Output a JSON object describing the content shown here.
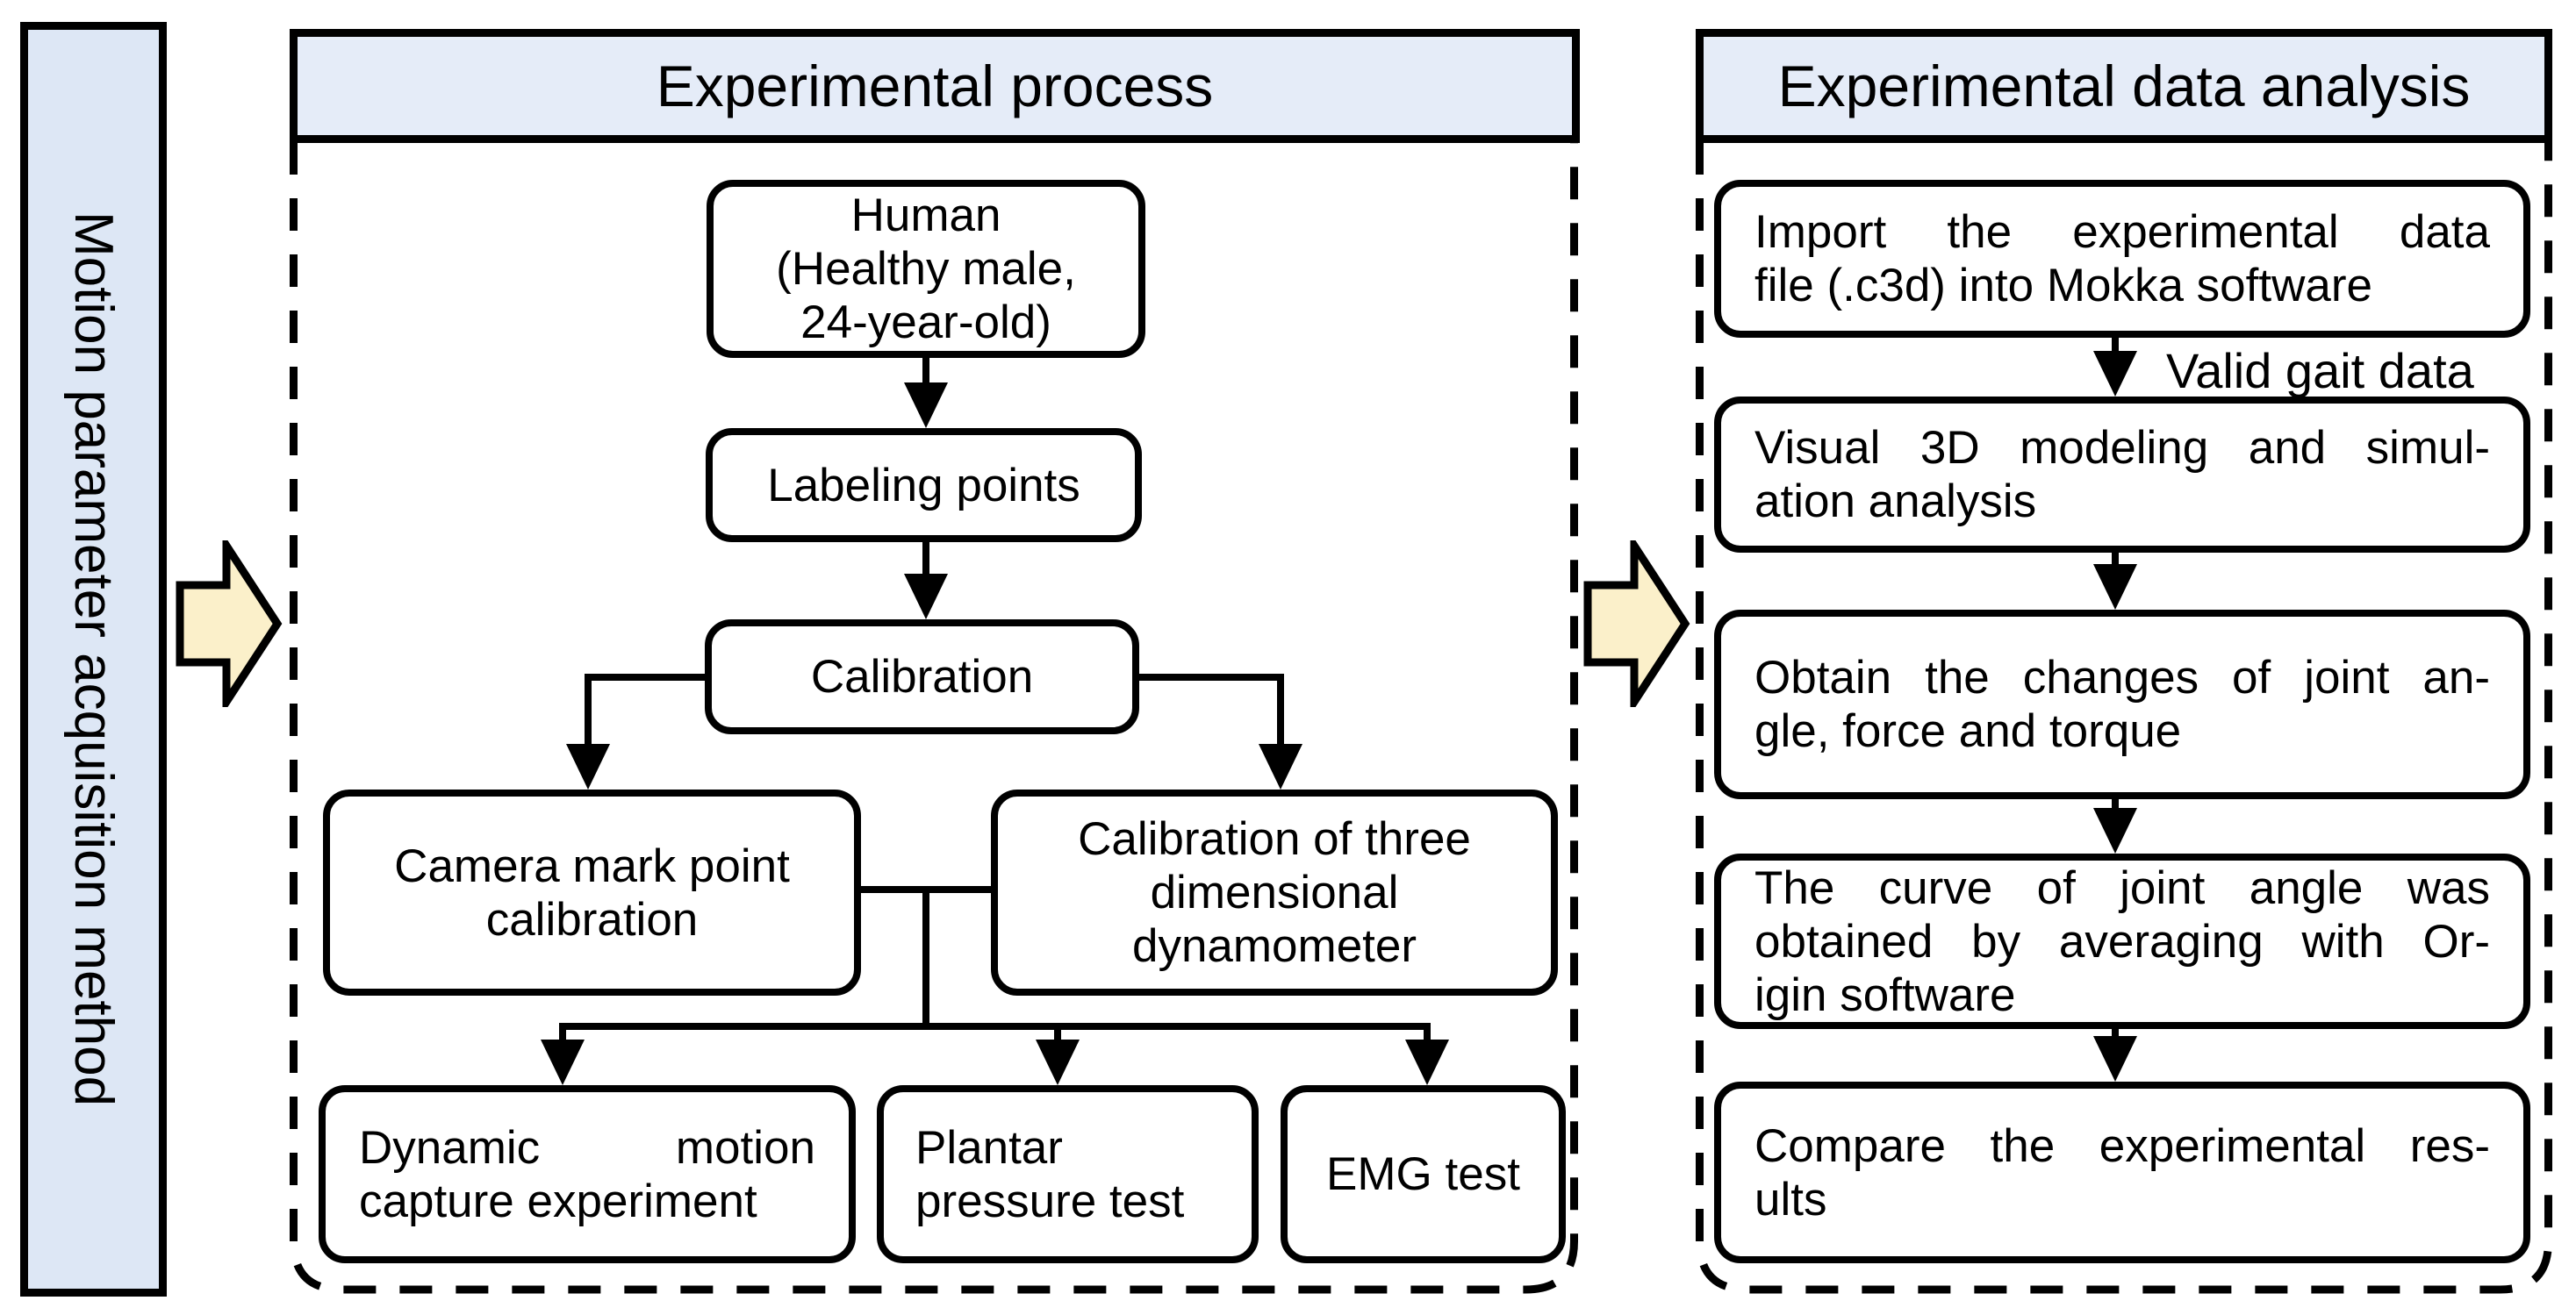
{
  "colors": {
    "header_fill": "#e5ecf8",
    "sidebar_fill": "#dde7f5",
    "arrow_fill": "#fbf0ca",
    "line_color": "#000000",
    "box_fill": "#ffffff"
  },
  "sidebar": {
    "label": "Motion parameter acquisition method"
  },
  "process": {
    "title": "Experimental process",
    "human": {
      "lines": [
        "Human",
        "(Healthy male,",
        "24-year-old)"
      ]
    },
    "labeling": {
      "lines": [
        "Labeling points"
      ]
    },
    "calibration": {
      "lines": [
        "Calibration"
      ]
    },
    "camera": {
      "lines": [
        "Camera mark point",
        "calibration"
      ]
    },
    "dynamometer": {
      "lines": [
        "Calibration of three",
        "dimensional",
        "dynamometer"
      ]
    },
    "dynamic": {
      "lines": [
        "Dynamic motion",
        "capture experiment"
      ]
    },
    "plantar": {
      "lines": [
        "Plantar",
        "pressure test"
      ]
    },
    "emg": {
      "lines": [
        "EMG test"
      ]
    }
  },
  "analysis": {
    "title": "Experimental data analysis",
    "valid_label": "Valid gait data",
    "steps": [
      {
        "lines": [
          "Import the experimental data",
          "file (.c3d) into Mokka software"
        ]
      },
      {
        "lines": [
          "Visual 3D modeling and simul-",
          "ation analysis"
        ]
      },
      {
        "lines": [
          "Obtain the changes of joint an-",
          "gle, force and torque"
        ]
      },
      {
        "lines": [
          "The curve of joint angle was",
          "obtained by averaging with Or-",
          "igin software"
        ]
      },
      {
        "lines": [
          "Compare the experimental res-",
          "ults"
        ]
      }
    ]
  }
}
